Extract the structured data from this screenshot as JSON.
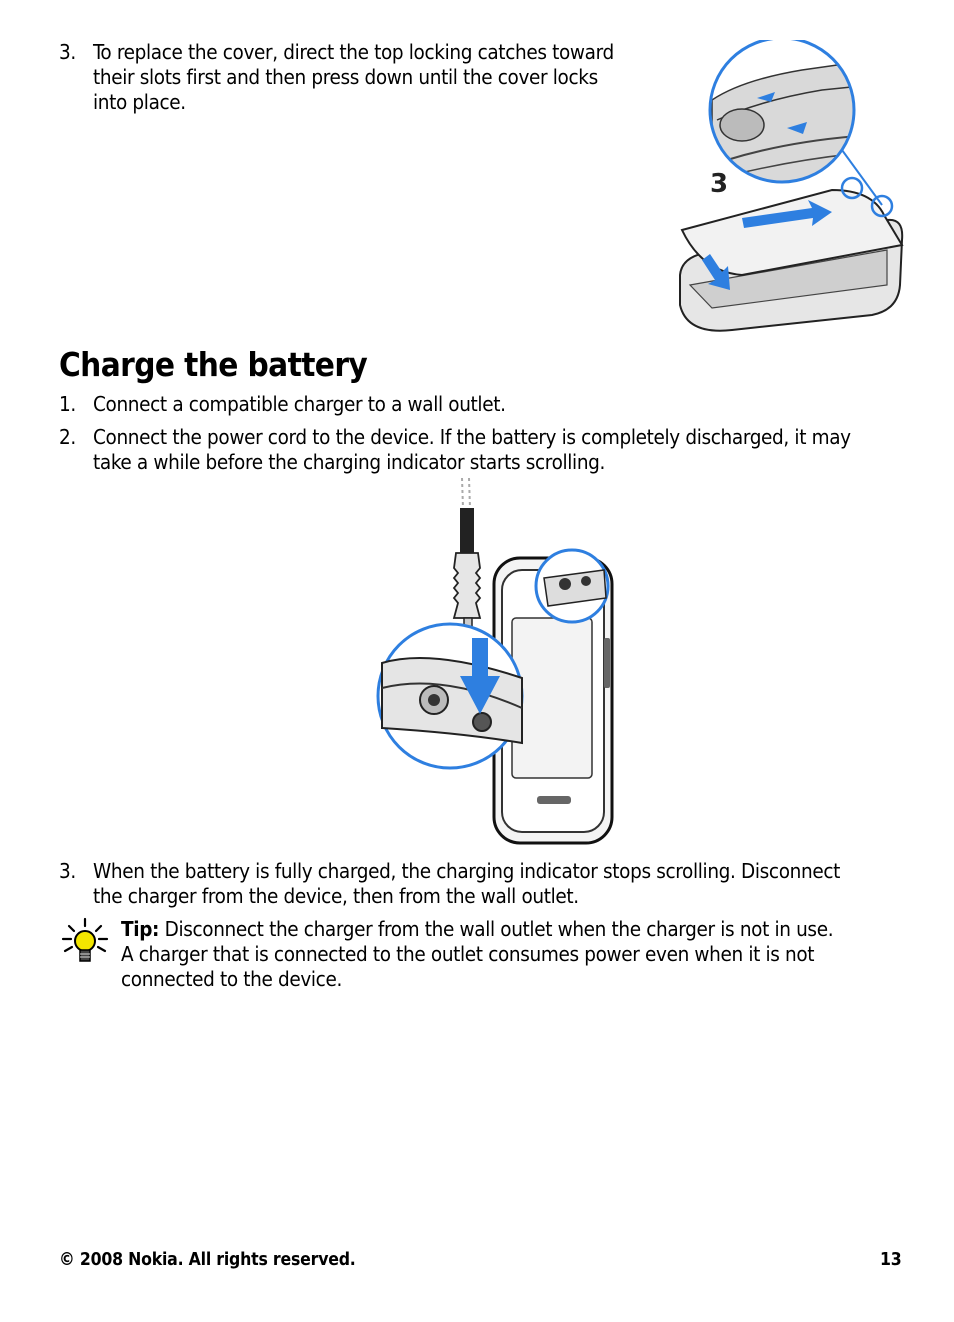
{
  "step3_cover": {
    "num": "3.",
    "lines": [
      "To replace the cover, direct the top locking catches toward",
      "their slots first and then press down until the cover locks",
      "into place."
    ]
  },
  "cover_illustration": {
    "step_label": "3"
  },
  "section": {
    "title": "Charge the battery"
  },
  "steps": [
    {
      "num": "1.",
      "lines": [
        "Connect a compatible charger to a wall outlet."
      ]
    },
    {
      "num": "2.",
      "lines": [
        "Connect the power cord to the device. If the battery is completely discharged, it may",
        "take a while before the charging indicator starts scrolling."
      ]
    },
    {
      "num": "3.",
      "lines": [
        "When the battery is fully charged, the charging indicator stops scrolling. Disconnect",
        "the charger from the device, then from the wall outlet."
      ]
    }
  ],
  "tip": {
    "label": "Tip:",
    "lines": [
      " Disconnect the charger from the wall outlet when the charger is not in use.",
      "A charger that is connected to the outlet consumes power even when it is not",
      "connected to the device."
    ]
  },
  "footer": {
    "copyright": "© 2008 Nokia. All rights reserved.",
    "page": "13"
  },
  "colors": {
    "accent_blue": "#2e7fe0"
  }
}
